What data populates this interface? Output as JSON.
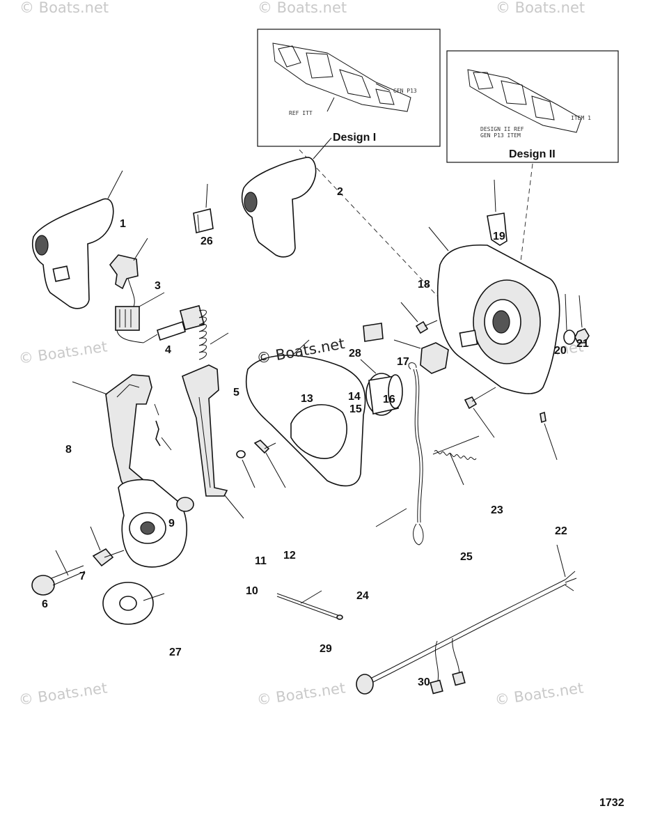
{
  "watermark": "© Boats.net",
  "insets": [
    {
      "caption": "Design I"
    },
    {
      "caption": "Design II"
    }
  ],
  "callouts": [
    "1",
    "2",
    "3",
    "4",
    "5",
    "6",
    "7",
    "8",
    "9",
    "10",
    "11",
    "12",
    "13",
    "14",
    "15",
    "16",
    "17",
    "18",
    "19",
    "20",
    "21",
    "22",
    "23",
    "24",
    "25",
    "26",
    "27",
    "28",
    "29",
    "30"
  ],
  "figure_number": "1732"
}
